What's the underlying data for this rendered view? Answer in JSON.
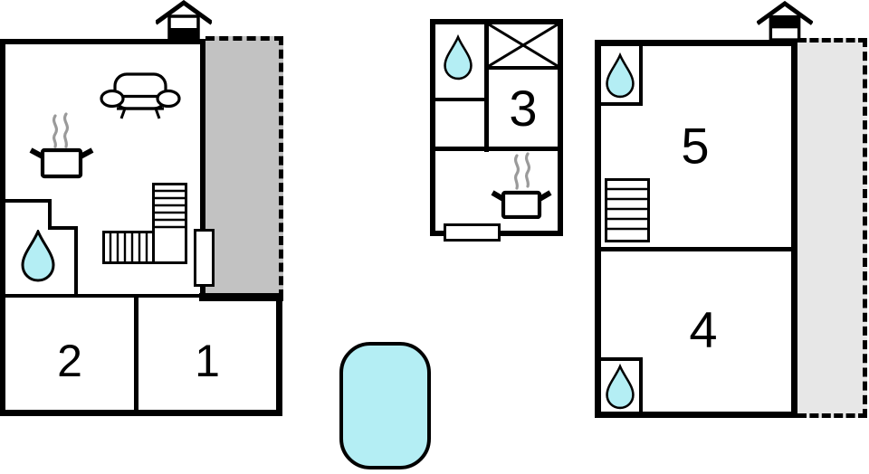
{
  "rooms": {
    "r1": "1",
    "r2": "2",
    "r3": "3",
    "r4": "4",
    "r5": "5"
  },
  "colors": {
    "wall": "#000000",
    "terrace_left_fill": "#c2c2c2",
    "terrace_right_fill": "#e7e7e7",
    "water_drop_fill": "#b4eef4",
    "pool_fill": "#b4eef4",
    "steam_gray": "#9a9a9a"
  },
  "icons": {
    "water_drop": "teardrop shape, cyan fill (bathroom/water point)",
    "fireplace": "house-with-chimney glyph above building wall",
    "stove": "pot with two handles and rising steam",
    "sofa": "couch with rounded back and armrests",
    "stairs_l_shaped": "L-shaped stair run with treads",
    "stairs_straight": "straight stair run with treads",
    "shower_box": "square crossed by diagonals",
    "door": "white rectangle across wall opening",
    "pool": "rounded rectangle, cyan fill"
  }
}
